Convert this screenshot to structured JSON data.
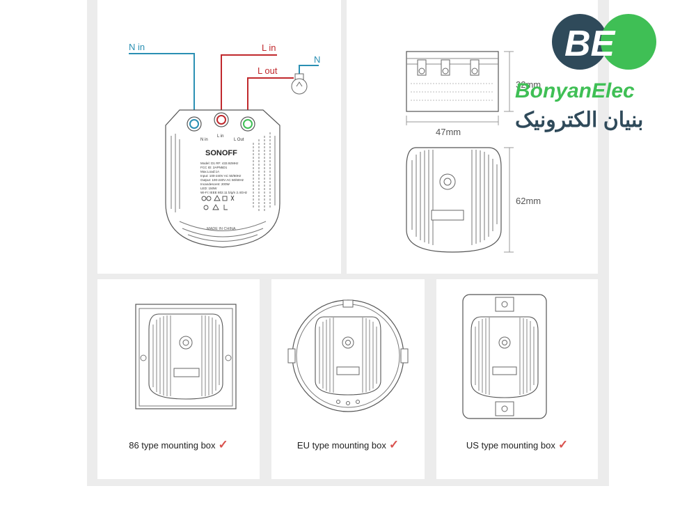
{
  "wiring": {
    "n_in": "N in",
    "l_in": "L in",
    "l_out": "L out",
    "n": "N",
    "terminal_labels": [
      "N in",
      "L in",
      "L Out"
    ],
    "brand": "SONOFF",
    "spec_lines": [
      "Model: D1      RF: 433.92MHz",
      "FCC ID: 2APN5D1",
      "Max.Load:1A",
      "Input: 100-240V AC 50/60Hz",
      "Output: 100-240V AC 50/60Hz",
      "Incandescent: 200W",
      "LED: 150W",
      "Wi-Fi: IEEE 802.11 b/g/n 2.4GHz"
    ],
    "made_in": "MADE IN CHINA",
    "colors": {
      "n_wire": "#2a8fb3",
      "l_wire": "#c0282c"
    }
  },
  "dimensions": {
    "width": "47mm",
    "height": "32mm",
    "depth": "62mm"
  },
  "mounting": [
    {
      "caption": "86 type mounting box"
    },
    {
      "caption": "EU type mounting box"
    },
    {
      "caption": "US type mounting box"
    }
  ],
  "logo": {
    "mark": "BE",
    "name": "BonyanElec",
    "name_fa": "بنیان الکترونیک",
    "colors": {
      "dark": "#2f4a5a",
      "green": "#3fbf55"
    }
  }
}
